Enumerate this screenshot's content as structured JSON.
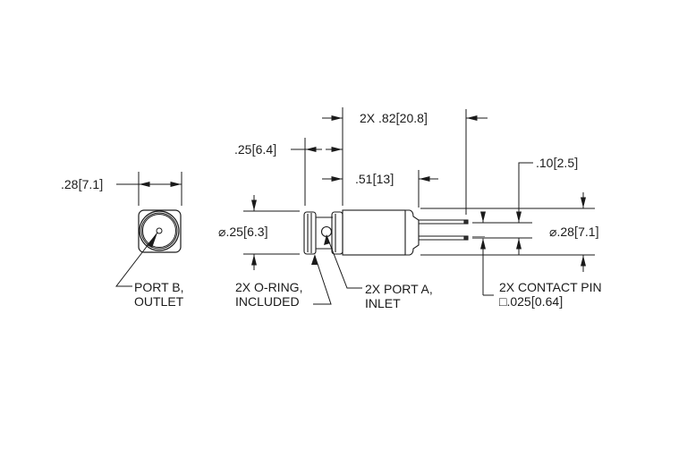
{
  "drawing": {
    "end_view": {
      "width_dim": {
        "inch": ".28",
        "mm": "7.1"
      },
      "callout": {
        "line1": "PORT B,",
        "line2": "OUTLET"
      }
    },
    "side_view": {
      "overall_length": {
        "prefix": "2X",
        "inch": ".82",
        "mm": "20.8"
      },
      "oring_section": {
        "inch": ".25",
        "mm": "6.4"
      },
      "pin_length": {
        "inch": ".51",
        "mm": "13"
      },
      "pin_spacing": {
        "inch": ".10",
        "mm": "2.5"
      },
      "oring_diameter": {
        "symbol": "⌀",
        "inch": ".25",
        "mm": "6.3"
      },
      "body_diameter": {
        "symbol": "⌀",
        "inch": ".28",
        "mm": "7.1"
      },
      "callouts": {
        "oring": {
          "line1": "2X O-RING,",
          "line2": "INCLUDED"
        },
        "port_a": {
          "line1": "2X PORT A,",
          "line2": "INLET"
        },
        "contact_pin": {
          "line1": "2X CONTACT PIN",
          "symbol": "□",
          "inch": ".025",
          "mm": "0.64"
        }
      }
    },
    "line_color": "#1a1a1a"
  }
}
